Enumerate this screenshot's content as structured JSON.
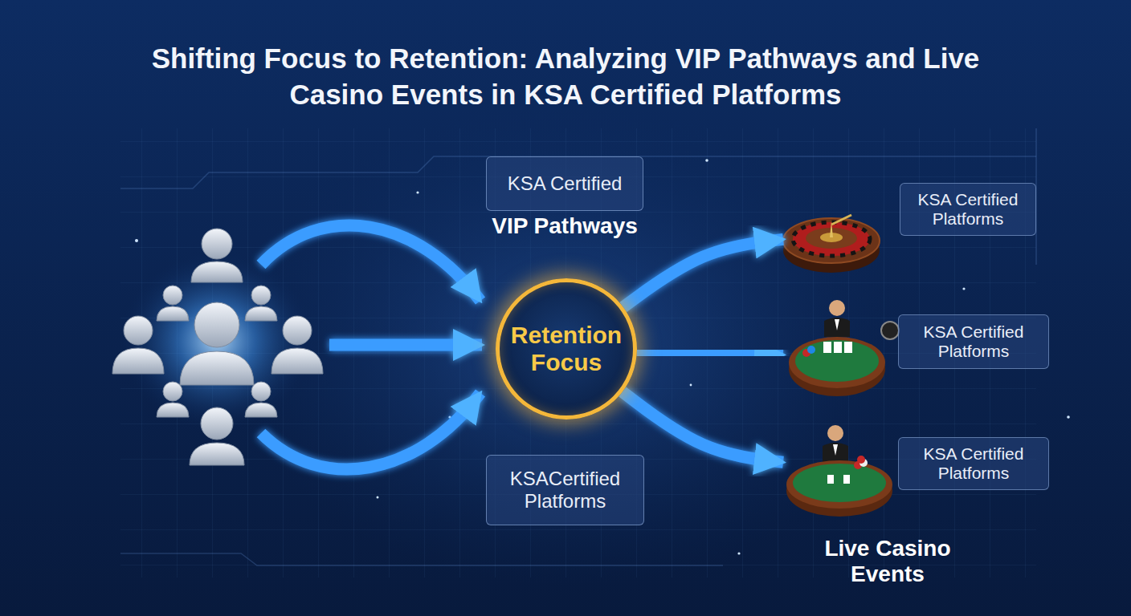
{
  "diagram": {
    "title": "Shifting Focus to Retention: Analyzing VIP Pathways and Live Casino Events in KSA Certified Platforms",
    "nodes": [
      {
        "text": [
          "KSA Certified",
          "VIP Pathways"
        ]
      },
      {
        "text": [
          "Retention Focus"
        ]
      },
      {
        "text": [
          "KSACertified Platforms"
        ]
      },
      {
        "text": [
          "KSA Certified Platforms"
        ]
      },
      {
        "text": [
          "KSA Certified Platforms"
        ]
      },
      {
        "text": [
          "KSA Certified Platforms"
        ]
      }
    ],
    "edges": [
      {
        "from": 1,
        "to": 3,
        "arrow": "to"
      },
      {
        "from": 1,
        "to": 4,
        "arrow": "to"
      },
      {
        "from": 1,
        "to": 5,
        "arrow": "to"
      }
    ],
    "labels": [
      "Live Casino Events"
    ]
  }
}
